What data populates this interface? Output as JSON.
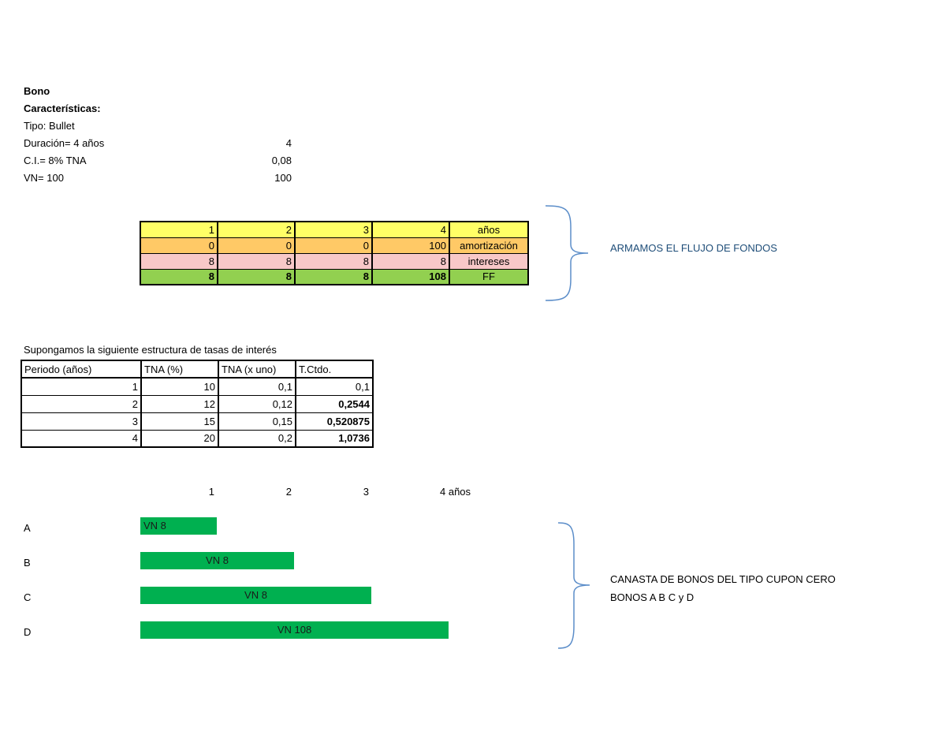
{
  "bono": {
    "title": "Bono",
    "caracteristicas": "Características:",
    "tipo": "Tipo: Bullet",
    "duracion_label": "Duración= 4 años",
    "duracion_value": "4",
    "ci_label": "C.I.= 8% TNA",
    "ci_value": "0,08",
    "vn_label": "VN= 100",
    "vn_value": "100"
  },
  "flujo": {
    "rows": [
      {
        "cells": [
          "1",
          "2",
          "3",
          "4"
        ],
        "label": "años"
      },
      {
        "cells": [
          "0",
          "0",
          "0",
          "100"
        ],
        "label": "amortización"
      },
      {
        "cells": [
          "8",
          "8",
          "8",
          "8"
        ],
        "label": "intereses"
      },
      {
        "cells": [
          "8",
          "8",
          "8",
          "108"
        ],
        "label": "FF"
      }
    ],
    "note": "ARMAMOS EL FLUJO DE FONDOS"
  },
  "tasas": {
    "title": "Supongamos la siguiente estructura de tasas de interés",
    "headers": [
      "Periodo (años)",
      "TNA (%)",
      "TNA (x uno)",
      "T.Ctdo."
    ],
    "rows": [
      [
        "1",
        "10",
        "0,1",
        "0,1"
      ],
      [
        "2",
        "12",
        "0,12",
        "0,2544"
      ],
      [
        "3",
        "15",
        "0,15",
        "0,520875"
      ],
      [
        "4",
        "20",
        "0,2",
        "1,0736"
      ]
    ]
  },
  "canasta": {
    "axis": [
      "1",
      "2",
      "3",
      "4 años"
    ],
    "bonds": [
      {
        "name": "A",
        "label": "VN 8",
        "period": 1
      },
      {
        "name": "B",
        "label": "VN 8",
        "period": 2
      },
      {
        "name": "C",
        "label": "VN 8",
        "period": 3
      },
      {
        "name": "D",
        "label": "VN 108",
        "period": 4
      }
    ],
    "note_line1": "CANASTA DE BONOS DEL TIPO CUPON CERO",
    "note_line2": "BONOS A B C y D",
    "bar_color": "#00B050"
  },
  "colors": {
    "anos": "#FFFF66",
    "amortizacion": "#FFC966",
    "intereses": "#F8C8C8",
    "ff": "#92D050",
    "note_text": "#1F4E79",
    "brace": "#5B8DC9"
  }
}
